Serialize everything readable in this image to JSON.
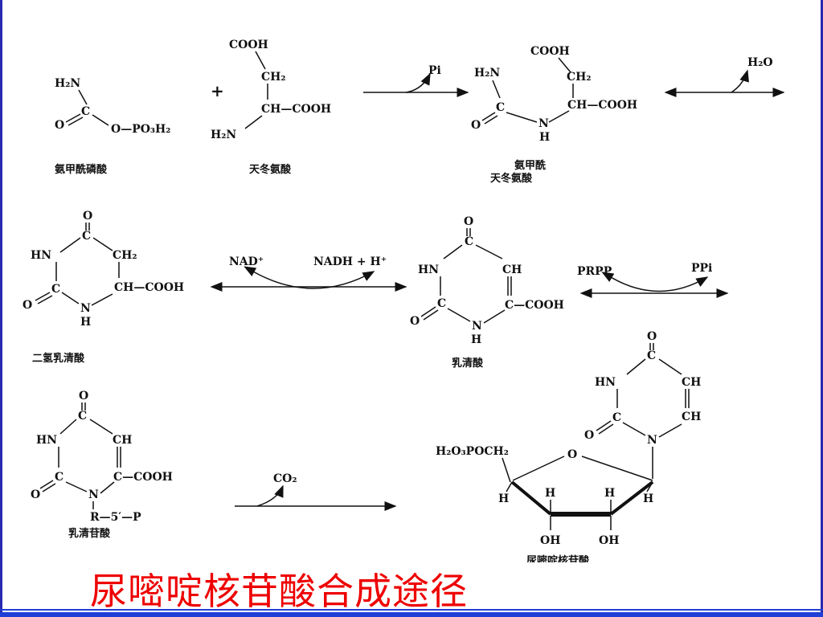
{
  "title": "尿嘧啶核苷酸合成途径",
  "compounds": {
    "carbamoyl_phosphate": {
      "name": "氨甲酰磷酸",
      "h2n": "H₂N",
      "o": "O",
      "c": "C",
      "opo3": "O—PO₃H₂"
    },
    "aspartate": {
      "name": "天冬氨酸",
      "cooh_top": "COOH",
      "ch2": "CH₂",
      "ch": "CH—COOH",
      "h2n": "H₂N"
    },
    "carbamoyl_aspartate": {
      "name_line1": "氨甲酰",
      "name_line2": "天冬氨酸",
      "cooh_top": "COOH",
      "h2n": "H₂N",
      "ch2": "CH₂",
      "ch": "CH—COOH",
      "c": "C",
      "o": "O",
      "n": "N",
      "h": "H"
    },
    "dihydroorotate": {
      "name": "二氢乳清酸",
      "o": "O",
      "c": "C",
      "hn": "HN",
      "ch2": "CH₂",
      "ch": "CH—COOH",
      "n": "N",
      "h": "H"
    },
    "orotate": {
      "name": "乳清酸",
      "o": "O",
      "c": "C",
      "hn": "HN",
      "ch": "CH",
      "ccooh": "C—COOH",
      "n": "N",
      "h": "H"
    },
    "omp": {
      "name": "乳清苷酸",
      "o": "O",
      "c": "C",
      "hn": "HN",
      "ch": "CH",
      "ccooh": "C—COOH",
      "n": "N",
      "r": "R—5′—P"
    },
    "ump": {
      "name": "尿嘧啶核苷酸",
      "o": "O",
      "c": "C",
      "hn": "HN",
      "ch": "CH",
      "n": "N",
      "h2o3poch2": "H₂O₃POCH₂",
      "h": "H",
      "oh": "OH"
    }
  },
  "reagents": {
    "plus": "+",
    "pi": "Pi",
    "h2o": "H₂O",
    "nad": "NAD⁺",
    "nadh": "NADH + H⁺",
    "prpp": "PRPP",
    "ppi": "PPi",
    "co2": "CO₂"
  },
  "colors": {
    "title": "#ee0000",
    "frame": "#1f3fd6",
    "ink": "#111111"
  }
}
